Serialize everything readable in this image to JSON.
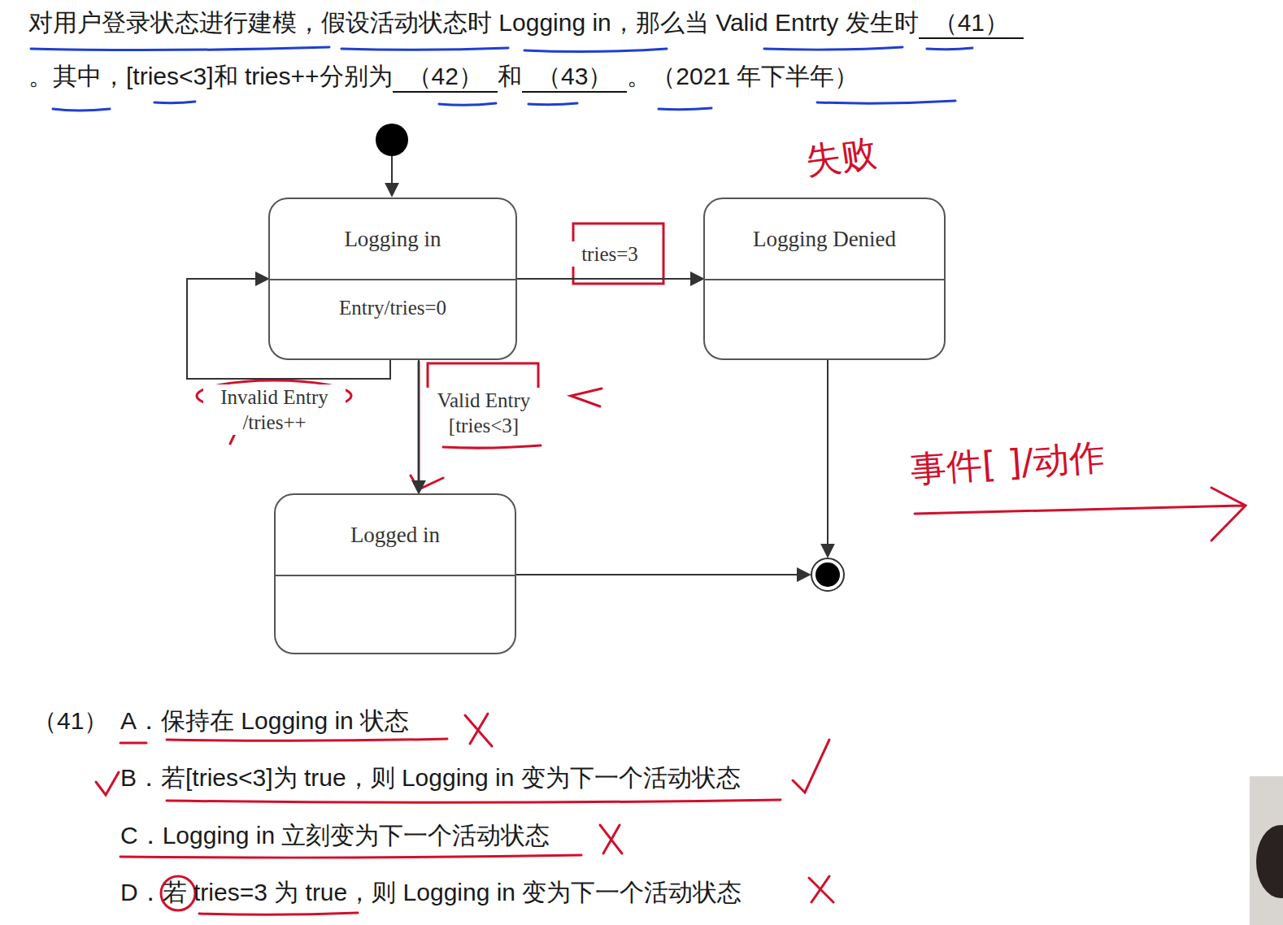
{
  "diagram": {
    "nodes": [
      {
        "text": [
          "Logging in",
          "Entry/tries=0"
        ]
      },
      {
        "text": [
          "Logging Denied"
        ]
      },
      {
        "text": [
          "Logged in"
        ]
      }
    ],
    "edges": [
      {
        "from": 0,
        "to": 0,
        "label": "Invalid Entry /tries++",
        "arrow": "to"
      },
      {
        "from": 0,
        "to": 1,
        "label": "tries=3",
        "arrow": "to"
      },
      {
        "from": 0,
        "to": 2,
        "label": "Valid Entry [tries<3]",
        "arrow": "to"
      }
    ],
    "labels": [
      "对用户登录状态进行建模，假设活动状态时 Logging in，那么当 Valid Entrty 发生时",
      "（41）",
      "。其中，[tries<3]和 tries++分别为",
      "（42）",
      "和",
      "（43）",
      "。（2021 年下半年）",
      "失败",
      "事件[ ]/动作",
      "（41）",
      "A．保持在 Logging in 状态",
      "B．若[tries<3]为 true，则 Logging in 变为下一个活动状态",
      "C．Logging in 立刻变为下一个活动状态",
      "D．若 tries=3 为 true，则 Logging in 变为下一个活动状态"
    ]
  }
}
